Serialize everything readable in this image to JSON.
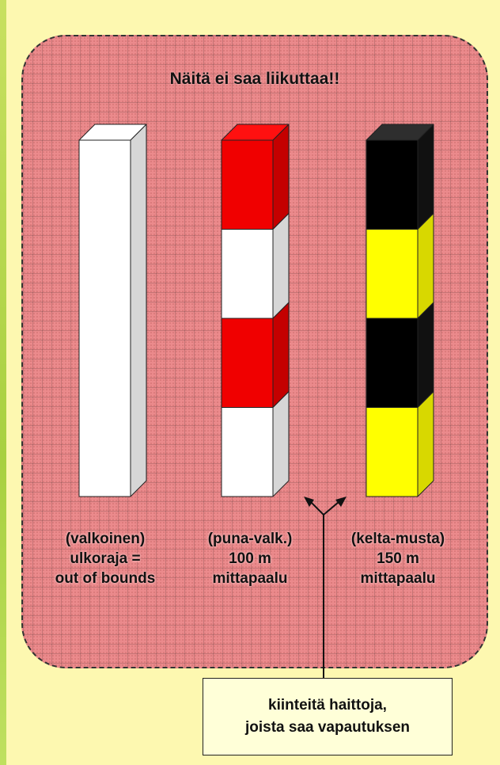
{
  "title": "Näitä ei saa liikuttaa!!",
  "posts": [
    {
      "id": "white",
      "label_lines": [
        "(valkoinen)",
        "ulkoraja =",
        "out of bounds"
      ],
      "segments": [
        "white"
      ]
    },
    {
      "id": "red-white",
      "label_lines": [
        "(puna-valk.)",
        "100 m",
        "mittapaalu"
      ],
      "segments": [
        "red",
        "white",
        "red",
        "white"
      ]
    },
    {
      "id": "yellow-black",
      "label_lines": [
        "(kelta-musta)",
        "150 m",
        "mittapaalu"
      ],
      "segments": [
        "black",
        "yellow",
        "black",
        "yellow"
      ]
    }
  ],
  "callout": {
    "lines": [
      "kiinteitä haittoja,",
      "joista saa vapautuksen"
    ]
  },
  "colors": {
    "background": "#fdf8b0",
    "panel": "#eb8a8c",
    "white": "#ffffff",
    "white_side": "#d6d6d6",
    "white_top": "#ffffff",
    "red": "#f00000",
    "red_side": "#c40000",
    "red_top": "#ff1010",
    "black": "#000000",
    "black_side": "#111111",
    "black_top": "#2e2e2e",
    "yellow": "#ffff00",
    "yellow_side": "#d8d800"
  }
}
